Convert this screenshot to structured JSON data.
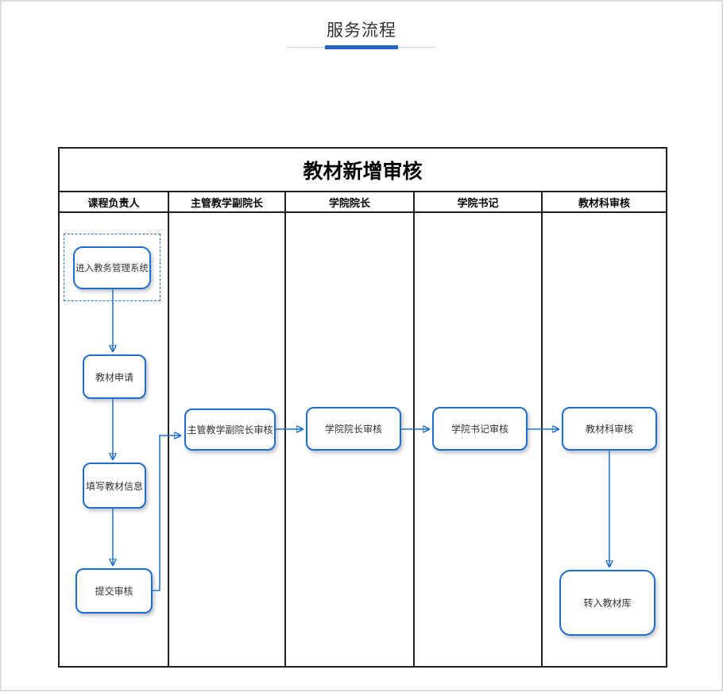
{
  "page": {
    "title": "服务流程"
  },
  "diagram": {
    "title": "教材新增审核",
    "lanes": [
      {
        "label": "课程负责人"
      },
      {
        "label": "主管教学副院长"
      },
      {
        "label": "学院院长"
      },
      {
        "label": "学院书记"
      },
      {
        "label": "教材科审核"
      }
    ],
    "nodes": [
      {
        "id": "enter-system",
        "label": "进入教务管理系统",
        "lane": "课程负责人",
        "type": "start-dashed"
      },
      {
        "id": "textbook-apply",
        "label": "教材申请",
        "lane": "课程负责人",
        "type": "step"
      },
      {
        "id": "fill-textbook-info",
        "label": "填写教材信息",
        "lane": "课程负责人",
        "type": "step"
      },
      {
        "id": "submit-review",
        "label": "提交审核",
        "lane": "课程负责人",
        "type": "step"
      },
      {
        "id": "vice-dean-review",
        "label": "主管教学副院长审核",
        "lane": "主管教学副院长",
        "type": "step"
      },
      {
        "id": "dean-review",
        "label": "学院院长审核",
        "lane": "学院院长",
        "type": "step"
      },
      {
        "id": "secretary-review",
        "label": "学院书记审核",
        "lane": "学院书记",
        "type": "step"
      },
      {
        "id": "textbook-dept-review",
        "label": "教材科审核",
        "lane": "教材科审核",
        "type": "step"
      },
      {
        "id": "into-library",
        "label": "转入教材库",
        "lane": "教材科审核",
        "type": "end"
      }
    ],
    "edges": [
      {
        "from": "enter-system",
        "to": "textbook-apply"
      },
      {
        "from": "textbook-apply",
        "to": "fill-textbook-info"
      },
      {
        "from": "fill-textbook-info",
        "to": "submit-review"
      },
      {
        "from": "submit-review",
        "to": "vice-dean-review"
      },
      {
        "from": "vice-dean-review",
        "to": "dean-review"
      },
      {
        "from": "dean-review",
        "to": "secretary-review"
      },
      {
        "from": "secretary-review",
        "to": "textbook-dept-review"
      },
      {
        "from": "textbook-dept-review",
        "to": "into-library"
      }
    ],
    "colors": {
      "node_border": "#1b6fd4",
      "connector": "#1b6fd4",
      "frame_border": "#1f1f1f",
      "accent_bar": "#2563c9",
      "accent_line": "#c5d9f1",
      "text": "#333333"
    }
  }
}
